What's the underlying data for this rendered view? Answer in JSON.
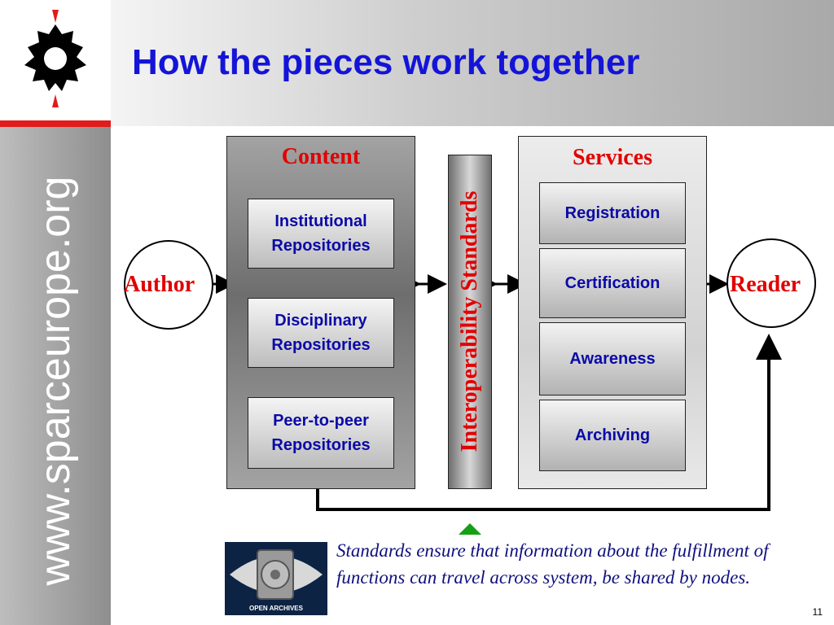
{
  "header": {
    "title": "How the pieces work together"
  },
  "sidebar": {
    "url": "www.sparceurope.org"
  },
  "diagram": {
    "author_label": "Author",
    "reader_label": "Reader",
    "content": {
      "heading": "Content",
      "items": [
        "Institutional Repositories",
        "Disciplinary Repositories",
        "Peer-to-peer Repositories"
      ]
    },
    "interoperability_label": "Interoperability Standards",
    "services": {
      "heading": "Services",
      "items": [
        "Registration",
        "Certification",
        "Awareness",
        "Archiving"
      ]
    }
  },
  "footer": {
    "caption": "Standards ensure that information about the fulfillment of functions can travel across system, be shared by nodes.",
    "logo_text": "OPEN ARCHIVES",
    "page_number": "11"
  },
  "colors": {
    "title": "#1414d8",
    "accent_red": "#e20000",
    "box_text": "#0a0aa8",
    "arrow_green": "#14a014"
  }
}
